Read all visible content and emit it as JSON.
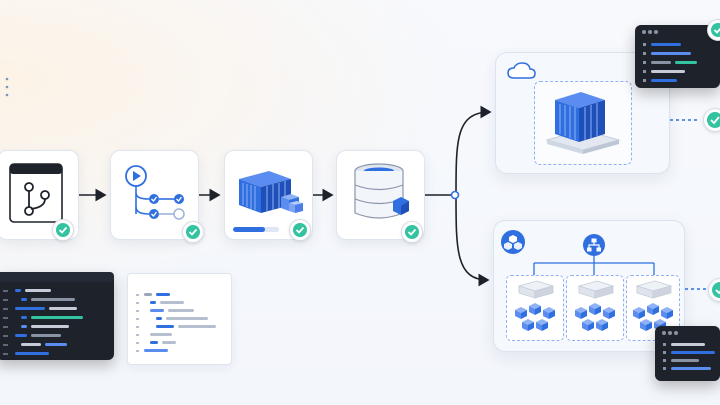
{
  "colors": {
    "primary_blue": "#2f6fe0",
    "dark_blue": "#1f4fb8",
    "success_green": "#34c3a0",
    "arrow": "#1d222b",
    "code_bg": "#1d222b"
  },
  "icons": [
    "git-branch-icon",
    "play-icon",
    "container-icon",
    "database-icon",
    "cloud-icon",
    "cluster-icon",
    "network-hub-icon",
    "check-icon"
  ],
  "pipeline": {
    "stages": [
      {
        "name": "source",
        "icon": "git-branch-icon"
      },
      {
        "name": "test",
        "icon": "play-icon"
      },
      {
        "name": "build",
        "icon": "container-icon"
      },
      {
        "name": "registry",
        "icon": "database-icon"
      }
    ],
    "build_progress": 0.7
  }
}
